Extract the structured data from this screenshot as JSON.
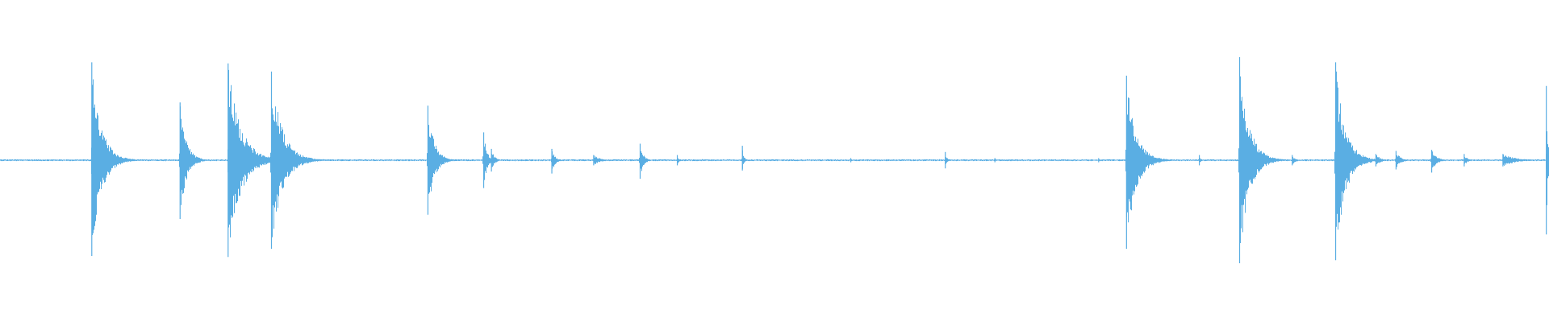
{
  "colors": {
    "background": "#ffffff",
    "waveform": "#5aaee3"
  },
  "chart_data": {
    "type": "area",
    "title": "",
    "xlabel": "",
    "ylabel": "",
    "grid": false,
    "legend": "none",
    "x_range": [
      0,
      1
    ],
    "ylim": [
      -1,
      1
    ],
    "baseline_amplitude": 0.006,
    "events": [
      {
        "name": "burst-1",
        "t": 0.059,
        "pos": 0.95,
        "neg": 0.93,
        "decay": 0.006
      },
      {
        "name": "burst-2",
        "t": 0.116,
        "pos": 0.56,
        "neg": 0.57,
        "decay": 0.004
      },
      {
        "name": "burst-3",
        "t": 0.147,
        "pos": 0.94,
        "neg": 0.94,
        "decay": 0.008
      },
      {
        "name": "burst-4",
        "t": 0.175,
        "pos": 0.86,
        "neg": 0.86,
        "decay": 0.007
      },
      {
        "name": "burst-5",
        "t": 0.276,
        "pos": 0.53,
        "neg": 0.53,
        "decay": 0.004
      },
      {
        "name": "burst-6",
        "t": 0.312,
        "pos": 0.27,
        "neg": 0.27,
        "decay": 0.002
      },
      {
        "name": "burst-7",
        "t": 0.317,
        "pos": 0.11,
        "neg": 0.11,
        "decay": 0.002
      },
      {
        "name": "burst-8",
        "t": 0.356,
        "pos": 0.11,
        "neg": 0.13,
        "decay": 0.002
      },
      {
        "name": "burst-9",
        "t": 0.383,
        "pos": 0.05,
        "neg": 0.05,
        "decay": 0.004
      },
      {
        "name": "burst-10",
        "t": 0.413,
        "pos": 0.16,
        "neg": 0.18,
        "decay": 0.002
      },
      {
        "name": "burst-11",
        "t": 0.437,
        "pos": 0.05,
        "neg": 0.05,
        "decay": 0.001
      },
      {
        "name": "burst-12",
        "t": 0.479,
        "pos": 0.14,
        "neg": 0.1,
        "decay": 0.001
      },
      {
        "name": "burst-13",
        "t": 0.549,
        "pos": 0.02,
        "neg": 0.02,
        "decay": 0.001
      },
      {
        "name": "burst-14",
        "t": 0.61,
        "pos": 0.08,
        "neg": 0.08,
        "decay": 0.001
      },
      {
        "name": "burst-15",
        "t": 0.642,
        "pos": 0.02,
        "neg": 0.02,
        "decay": 0.001
      },
      {
        "name": "burst-16",
        "t": 0.709,
        "pos": 0.02,
        "neg": 0.02,
        "decay": 0.001
      },
      {
        "name": "burst-17",
        "t": 0.727,
        "pos": 0.82,
        "neg": 0.86,
        "decay": 0.006
      },
      {
        "name": "burst-18",
        "t": 0.774,
        "pos": 0.05,
        "neg": 0.05,
        "decay": 0.001
      },
      {
        "name": "burst-19",
        "t": 0.8,
        "pos": 1.0,
        "neg": 1.0,
        "decay": 0.006
      },
      {
        "name": "burst-20",
        "t": 0.834,
        "pos": 0.05,
        "neg": 0.05,
        "decay": 0.002
      },
      {
        "name": "burst-21",
        "t": 0.862,
        "pos": 0.95,
        "neg": 0.97,
        "decay": 0.006
      },
      {
        "name": "burst-22",
        "t": 0.888,
        "pos": 0.06,
        "neg": 0.06,
        "decay": 0.003
      },
      {
        "name": "burst-23",
        "t": 0.901,
        "pos": 0.09,
        "neg": 0.09,
        "decay": 0.003
      },
      {
        "name": "burst-24",
        "t": 0.924,
        "pos": 0.1,
        "neg": 0.12,
        "decay": 0.003
      },
      {
        "name": "burst-25",
        "t": 0.945,
        "pos": 0.06,
        "neg": 0.06,
        "decay": 0.002
      },
      {
        "name": "burst-26",
        "t": 0.97,
        "pos": 0.06,
        "neg": 0.06,
        "decay": 0.008
      },
      {
        "name": "burst-27",
        "t": 0.998,
        "pos": 0.72,
        "neg": 0.72,
        "decay": 0.001
      }
    ]
  }
}
